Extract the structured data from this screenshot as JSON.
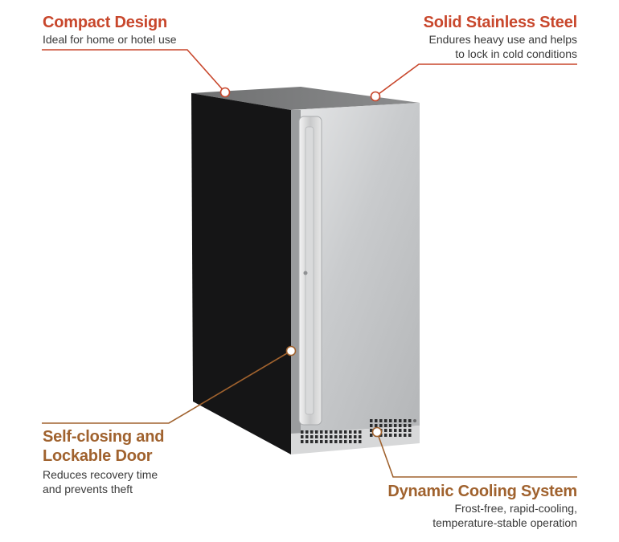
{
  "colors": {
    "accent_red": "#c8472c",
    "accent_brown": "#a0622e",
    "text": "#3a3a3a"
  },
  "features": {
    "compact": {
      "title": "Compact Design",
      "desc": [
        "Ideal for home or hotel use"
      ]
    },
    "steel": {
      "title": "Solid Stainless Steel",
      "desc": [
        "Endures heavy use and helps",
        "to lock in cold conditions"
      ]
    },
    "door": {
      "title": [
        "Self-closing and",
        "Lockable Door"
      ],
      "desc": [
        "Reduces recovery time",
        "and prevents theft"
      ]
    },
    "cooling": {
      "title": "Dynamic Cooling System",
      "desc": [
        "Frost-free, rapid-cooling,",
        "temperature-stable operation"
      ]
    }
  },
  "product_image": {
    "icon": "ice-maker-appliance-icon"
  }
}
